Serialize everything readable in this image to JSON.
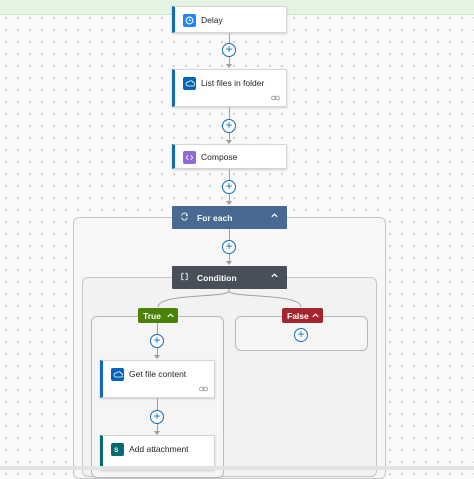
{
  "actions": {
    "delay": {
      "title": "Delay",
      "icon": "clock-icon",
      "color": "#1f85ff"
    },
    "list_files": {
      "title": "List files in folder",
      "icon": "onedrive-icon",
      "color": "#0364b8"
    },
    "compose": {
      "title": "Compose",
      "icon": "compose-icon",
      "color": "#8e6bd8"
    },
    "get_file_content": {
      "title": "Get file content",
      "icon": "onedrive-icon",
      "color": "#0364b8"
    },
    "add_attachment": {
      "title": "Add attachment",
      "icon": "sharepoint-icon",
      "color": "#036c70"
    }
  },
  "scopes": {
    "for_each": {
      "title": "For each",
      "icon": "loop-icon",
      "color": "#486991"
    },
    "condition": {
      "title": "Condition",
      "icon": "condition-icon",
      "color": "#484f58"
    }
  },
  "branches": {
    "true": {
      "label": "True",
      "color": "#498205"
    },
    "false": {
      "label": "False",
      "color": "#a4262c"
    }
  },
  "accent": "#0f6cbd"
}
